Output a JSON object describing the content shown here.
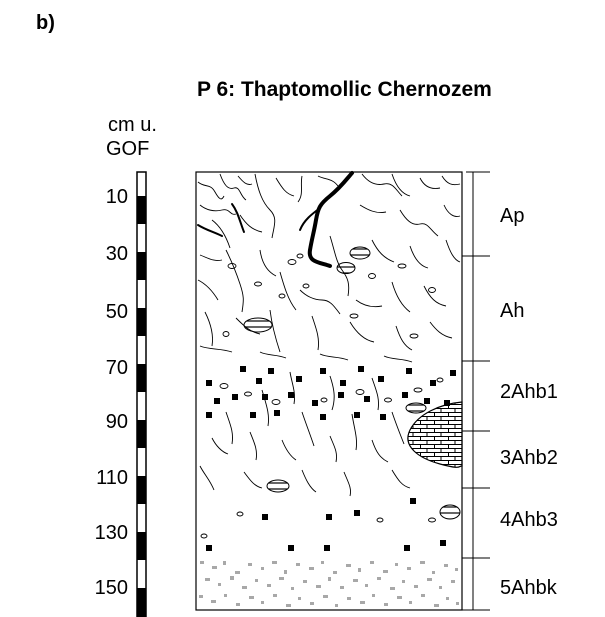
{
  "panel_label": "b)",
  "profile_title": "P 6: Thaptomollic Chernozem",
  "depth_axis": {
    "unit_line1": "cm u.",
    "unit_line2": "GOF",
    "ticks": [
      "10",
      "30",
      "50",
      "70",
      "90",
      "110",
      "130",
      "150"
    ]
  },
  "horizons": [
    {
      "label": "Ap"
    },
    {
      "label": "Ah"
    },
    {
      "label": "2Ahb1"
    },
    {
      "label": "3Ahb2"
    },
    {
      "label": "4Ahb3"
    },
    {
      "label": "5Ahbk"
    }
  ]
}
